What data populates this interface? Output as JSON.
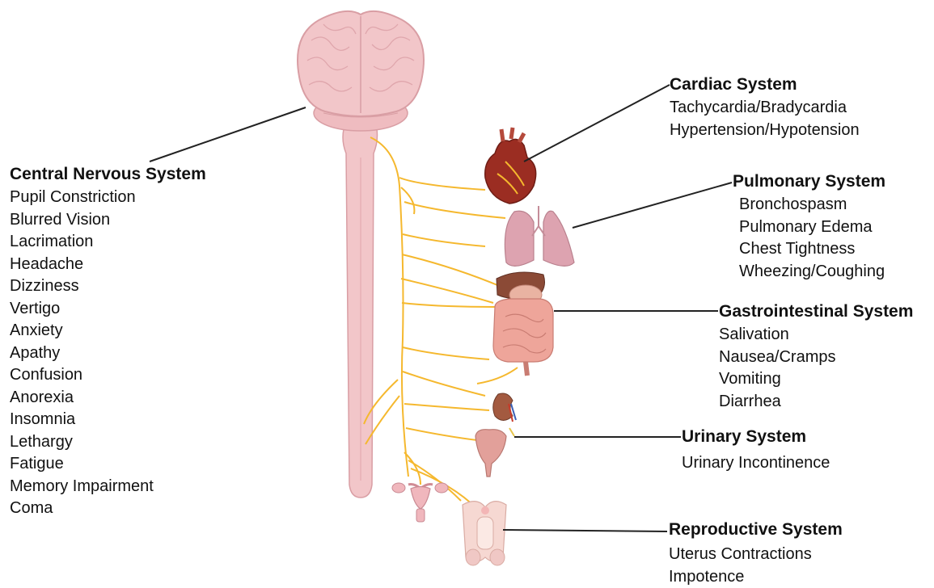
{
  "colors": {
    "nerve": "#f5b82e",
    "tissue": "#f2c6c9",
    "tissue_stroke": "#d99ea4",
    "heart": "#9b2d22",
    "lung": "#dda3b0",
    "intestine": "#eea59a",
    "liver": "#8b4a36",
    "kidney": "#a35a40",
    "bladder": "#e2a09a",
    "leader": "#222222"
  },
  "systems": {
    "cns": {
      "title": "Central Nervous System",
      "items": [
        "Pupil Constriction",
        "Blurred Vision",
        "Lacrimation",
        "Headache",
        "Dizziness",
        "Vertigo",
        "Anxiety",
        "Apathy",
        "Confusion",
        "Anorexia",
        "Insomnia",
        "Lethargy",
        "Fatigue",
        "Memory Impairment",
        "Coma"
      ]
    },
    "cardiac": {
      "title": "Cardiac System",
      "items": [
        "Tachycardia/Bradycardia",
        "Hypertension/Hypotension"
      ]
    },
    "pulmonary": {
      "title": "Pulmonary System",
      "items": [
        "Bronchospasm",
        "Pulmonary Edema",
        "Chest Tightness",
        "Wheezing/Coughing"
      ]
    },
    "gastro": {
      "title": "Gastrointestinal System",
      "items": [
        "Salivation",
        "Nausea/Cramps",
        "Vomiting",
        "Diarrhea"
      ]
    },
    "urinary": {
      "title": "Urinary System",
      "items": [
        "Urinary Incontinence"
      ]
    },
    "reproductive": {
      "title": "Reproductive System",
      "items": [
        "Uterus Contractions",
        "Impotence"
      ]
    }
  }
}
